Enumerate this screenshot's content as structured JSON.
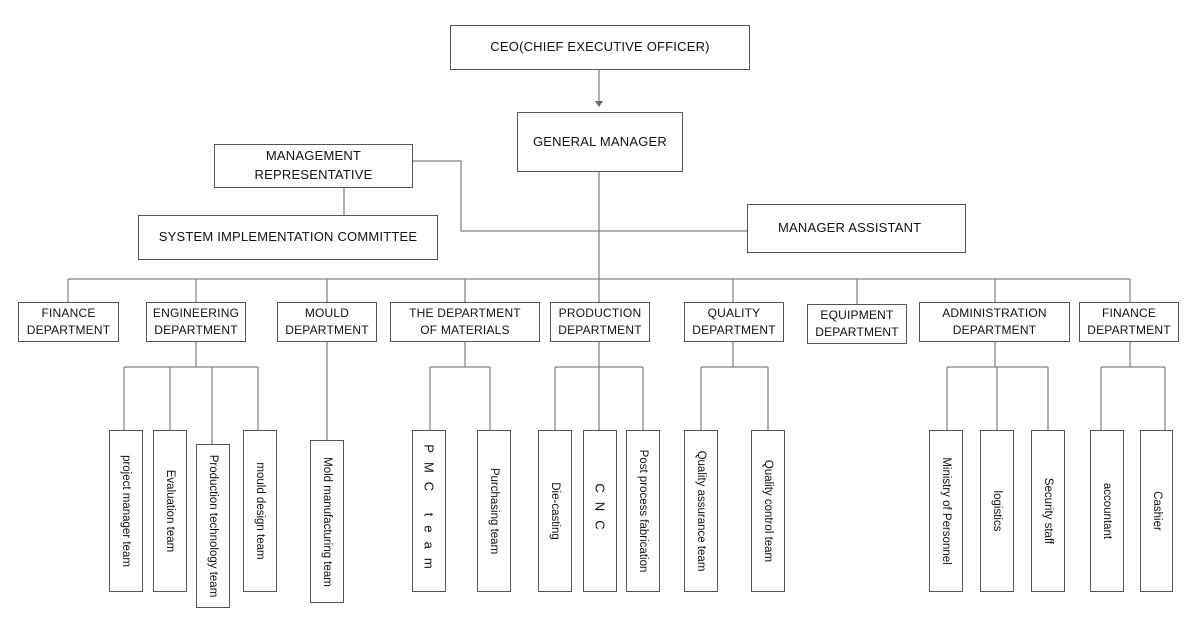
{
  "chart": {
    "ceo": "CEO(CHIEF EXECUTIVE OFFICER)",
    "general_manager": "GENERAL MANAGER",
    "management_representative": "MANAGEMENT\nREPRESENTATIVE",
    "system_committee": "SYSTEM IMPLEMENTATION COMMITTEE",
    "manager_assistant": "MANAGER ASSISTANT",
    "departments": [
      "FINANCE\nDEPARTMENT",
      "ENGINEERING\nDEPARTMENT",
      "MOULD\nDEPARTMENT",
      "THE DEPARTMENT\nOF MATERIALS",
      "PRODUCTION\nDEPARTMENT",
      "QUALITY\nDEPARTMENT",
      "EQUIPMENT\nDEPARTMENT",
      "ADMINISTRATION\nDEPARTMENT",
      "FINANCE\nDEPARTMENT"
    ],
    "teams": [
      "project manager team",
      "Evaluation team",
      "Production technology team",
      "mould design team",
      "Mold manufacturing team",
      "PMC team",
      "Purchasing team",
      "Die-casting",
      "CNC",
      "Post process fabrication",
      "Quality assurance team",
      "Quality control team",
      "Ministry of Personnel",
      "logistics",
      "Security staff",
      "accountant",
      "Cashier"
    ]
  }
}
